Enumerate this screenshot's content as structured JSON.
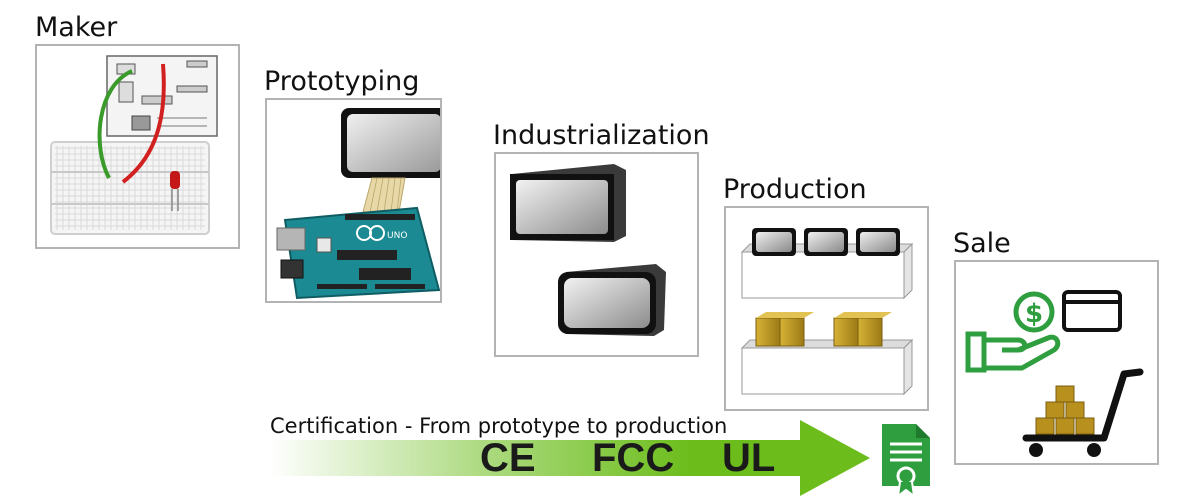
{
  "stages": {
    "maker": {
      "title": "Maker"
    },
    "prototyping": {
      "title": "Prototyping"
    },
    "industrialization": {
      "title": "Industrialization"
    },
    "production": {
      "title": "Production"
    },
    "sale": {
      "title": "Sale"
    }
  },
  "certification": {
    "label": "Certification - From prototype to production",
    "marks": [
      "CE",
      "FCC",
      "UL"
    ]
  },
  "board_labels": {
    "uno": "UNO"
  },
  "icons": {
    "maker_panel": "breadboard-arduino-icon",
    "prototyping_panel": "arduino-uno-display-icon",
    "industrialization_panel": "enclosed-display-icon",
    "production_panel": "factory-shelves-icon",
    "sale_panel": "payment-cart-icon",
    "certificate": "certificate-document-icon",
    "money": "money-hand-icon",
    "card": "credit-card-icon",
    "cart": "shopping-cart-icon"
  },
  "colors": {
    "arrow_green": "#6cbd1c",
    "sale_green": "#2e9e3f",
    "board_teal": "#1c8a93",
    "box_gold": "#b8901e"
  }
}
